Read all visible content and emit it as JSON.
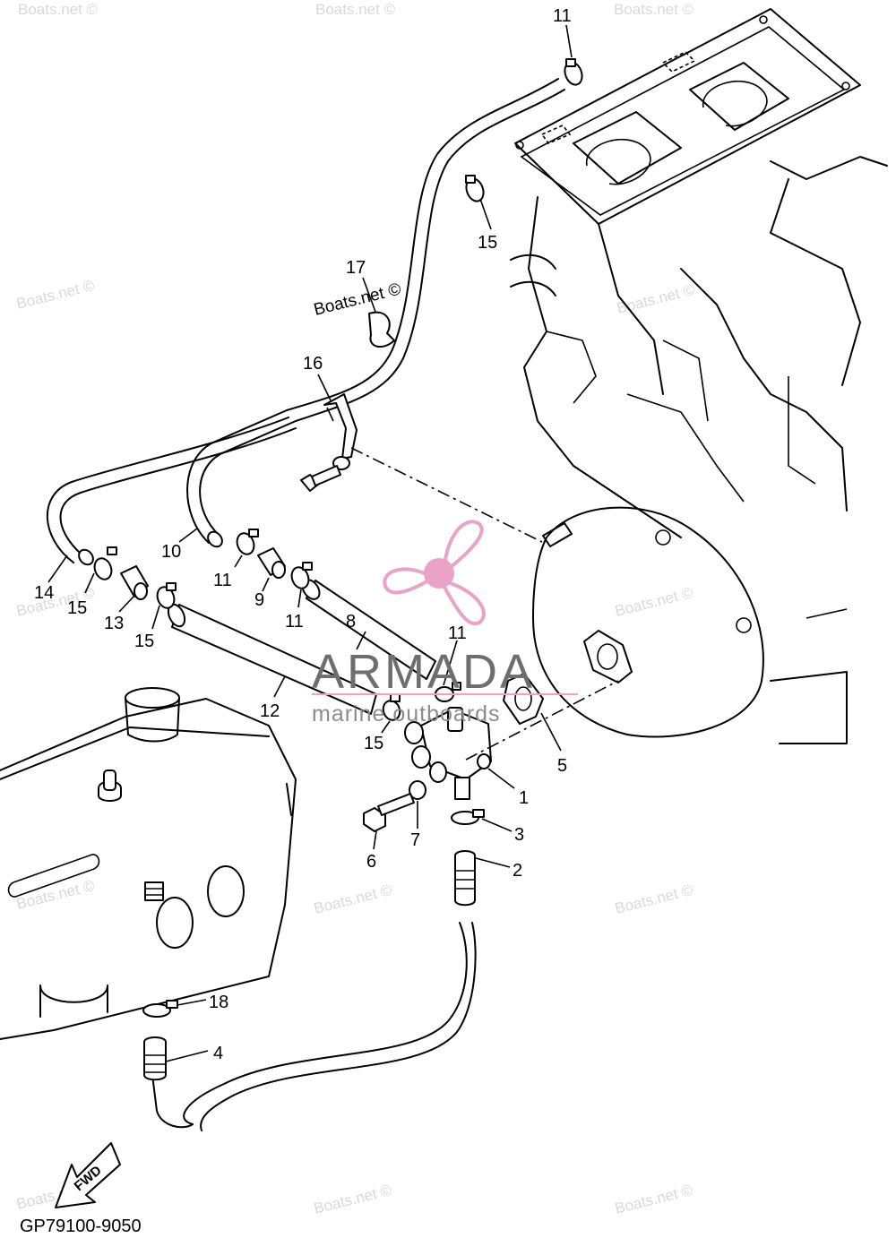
{
  "diagram": {
    "code": "GP79100-9050",
    "fwd_label": "FWD",
    "callouts": [
      {
        "id": "c-11-top",
        "text": "11"
      },
      {
        "id": "c-15-top",
        "text": "15"
      },
      {
        "id": "c-17",
        "text": "17"
      },
      {
        "id": "c-16",
        "text": "16"
      },
      {
        "id": "c-14",
        "text": "14"
      },
      {
        "id": "c-10",
        "text": "10"
      },
      {
        "id": "c-15-left",
        "text": "15"
      },
      {
        "id": "c-13",
        "text": "13"
      },
      {
        "id": "c-15-mid",
        "text": "15"
      },
      {
        "id": "c-11-mid",
        "text": "11"
      },
      {
        "id": "c-9",
        "text": "9"
      },
      {
        "id": "c-11-right",
        "text": "11"
      },
      {
        "id": "c-8",
        "text": "8"
      },
      {
        "id": "c-11-valve",
        "text": "11"
      },
      {
        "id": "c-12",
        "text": "12"
      },
      {
        "id": "c-15-low",
        "text": "15"
      },
      {
        "id": "c-5",
        "text": "5"
      },
      {
        "id": "c-1",
        "text": "1"
      },
      {
        "id": "c-3",
        "text": "3"
      },
      {
        "id": "c-7",
        "text": "7"
      },
      {
        "id": "c-6",
        "text": "6"
      },
      {
        "id": "c-2",
        "text": "2"
      },
      {
        "id": "c-18",
        "text": "18"
      },
      {
        "id": "c-4",
        "text": "4"
      }
    ]
  },
  "watermarks": {
    "boats": "Boats.net ©",
    "brand_name": "ARMADA",
    "brand_tagline": "marine outboards"
  },
  "colors": {
    "line": "#000000",
    "watermark": "#d9d9d9",
    "brand_pink": "#e8a3c6",
    "brand_gray": "#6e6e6e"
  }
}
